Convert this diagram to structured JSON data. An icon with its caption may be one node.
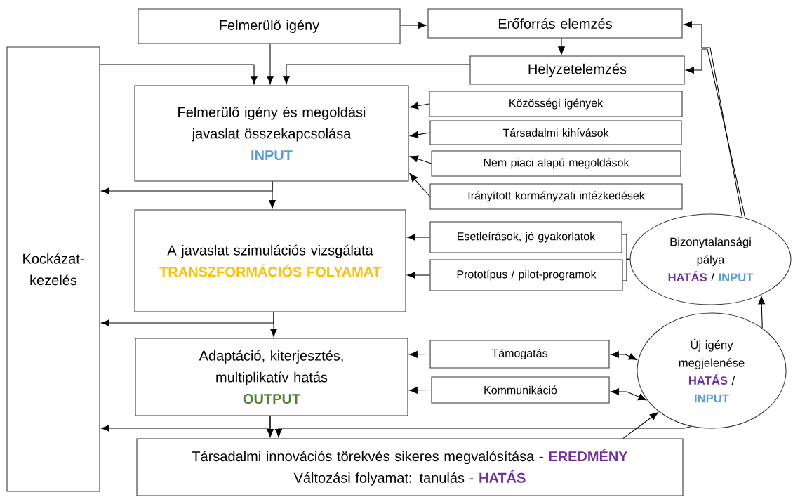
{
  "diagram": {
    "nodes": [
      {
        "text": [
          "Kockázat- kezelés"
        ]
      },
      {
        "text": [
          "Felmerülő igény"
        ]
      },
      {
        "text": [
          "Erőforrás elemzés"
        ]
      },
      {
        "text": [
          "Helyzetelemzés"
        ]
      },
      {
        "text": [
          "Felmerülő igény és megoldási javaslat összekapcsolása",
          "INPUT"
        ]
      },
      {
        "text": [
          "Közösségi igények"
        ]
      },
      {
        "text": [
          "Társadalmi kihívások"
        ]
      },
      {
        "text": [
          "Nem piaci alapú megoldások"
        ]
      },
      {
        "text": [
          "Irányított kormányzati intézkedések"
        ]
      },
      {
        "text": [
          "A javaslat szimulációs vizsgálata",
          "TRANSZFORMÁCIÓS FOLYAMAT"
        ]
      },
      {
        "text": [
          "Esetleírások, jó gyakorlatok"
        ]
      },
      {
        "text": [
          "Prototípus / pilot-programok"
        ]
      },
      {
        "text": [
          "Bizonytalansági pálya",
          "HATÁS",
          "/",
          "INPUT"
        ]
      },
      {
        "text": [
          "Adaptáció, kiterjesztés, multiplikatív hatás",
          "OUTPUT"
        ]
      },
      {
        "text": [
          "Támogatás"
        ]
      },
      {
        "text": [
          "Kommunikáció"
        ]
      },
      {
        "text": [
          "Új igény megjelenése",
          "HATÁS",
          "/",
          "INPUT"
        ]
      },
      {
        "text": [
          "Társadalmi innovációs törekvés sikeres megvalósítása -",
          "EREDMÉNY",
          "Változási folyamat: tanulás -",
          "HATÁS"
        ]
      }
    ],
    "edges": [
      {
        "from": 1,
        "to": 2,
        "arrow": "to"
      },
      {
        "from": 2,
        "to": 3,
        "arrow": "to"
      },
      {
        "from": 1,
        "to": 4,
        "arrow": "to"
      },
      {
        "from": 0,
        "to": 4,
        "arrow": "to"
      },
      {
        "from": 3,
        "to": 4,
        "arrow": "to"
      },
      {
        "from": 4,
        "to": 9,
        "arrow": "to"
      },
      {
        "from": 4,
        "to": 0,
        "arrow": "to"
      },
      {
        "from": 9,
        "to": 13,
        "arrow": "to"
      },
      {
        "from": 9,
        "to": 0,
        "arrow": "to"
      },
      {
        "from": 13,
        "to": 17,
        "arrow": "to"
      },
      {
        "from": 13,
        "to": 0,
        "arrow": "to"
      },
      {
        "from": 16,
        "to": 17,
        "arrow": "to"
      },
      {
        "from": 17,
        "to": 16,
        "arrow": "to"
      },
      {
        "from": 5,
        "to": 4,
        "arrow": "to"
      },
      {
        "from": 6,
        "to": 4,
        "arrow": "to"
      },
      {
        "from": 7,
        "to": 4,
        "arrow": "to"
      },
      {
        "from": 8,
        "to": 4,
        "arrow": "to"
      },
      {
        "from": 10,
        "to": 9,
        "arrow": "to"
      },
      {
        "from": 11,
        "to": 9,
        "arrow": "to"
      },
      {
        "from": 14,
        "to": 13,
        "arrow": "to"
      },
      {
        "from": 15,
        "to": 13,
        "arrow": "to"
      },
      {
        "from": 10,
        "to": 12,
        "arrow": "none"
      },
      {
        "from": 11,
        "to": 12,
        "arrow": "none"
      },
      {
        "from": 14,
        "to": 16,
        "arrow": "both"
      },
      {
        "from": 15,
        "to": 16,
        "arrow": "both"
      },
      {
        "from": 16,
        "to": 12,
        "arrow": "to"
      },
      {
        "from": 12,
        "to": 2,
        "arrow": "to"
      },
      {
        "from": 12,
        "to": 3,
        "arrow": "to"
      }
    ]
  }
}
